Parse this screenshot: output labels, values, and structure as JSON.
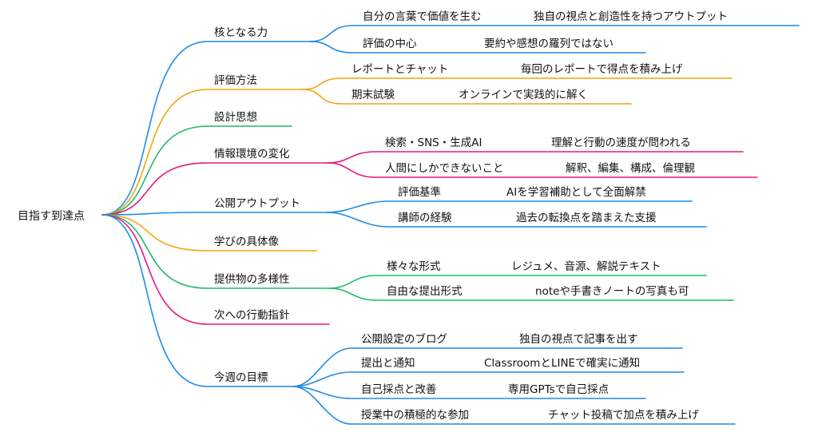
{
  "root": {
    "label": "目指す到達点"
  },
  "colors": {
    "blue": "#1f8ce6",
    "orange": "#f2a60d",
    "green": "#1fb86b",
    "pink": "#e8197d"
  },
  "branches": [
    {
      "label": "核となる力",
      "color": "blue",
      "children": [
        {
          "label": "自分の言葉で価値を生む",
          "detail": "独自の視点と創造性を持つアウトプット"
        },
        {
          "label": "評価の中心",
          "detail": "要約や感想の羅列ではない"
        }
      ]
    },
    {
      "label": "評価方法",
      "color": "orange",
      "children": [
        {
          "label": "レポートとチャット",
          "detail": "毎回のレポートで得点を積み上げ"
        },
        {
          "label": "期末試験",
          "detail": "オンラインで実践的に解く"
        }
      ]
    },
    {
      "label": "設計思想",
      "color": "green",
      "children": []
    },
    {
      "label": "情報環境の変化",
      "color": "pink",
      "children": [
        {
          "label": "検索・SNS・生成AI",
          "detail": "理解と行動の速度が問われる"
        },
        {
          "label": "人間にしかできないこと",
          "detail": "解釈、編集、構成、倫理観"
        }
      ]
    },
    {
      "label": "公開アウトプット",
      "color": "blue",
      "children": [
        {
          "label": "評価基準",
          "detail": "AIを学習補助として全面解禁"
        },
        {
          "label": "講師の経験",
          "detail": "過去の転換点を踏まえた支援"
        }
      ]
    },
    {
      "label": "学びの具体像",
      "color": "orange",
      "children": []
    },
    {
      "label": "提供物の多様性",
      "color": "green",
      "children": [
        {
          "label": "様々な形式",
          "detail": "レジュメ、音源、解説テキスト"
        },
        {
          "label": "自由な提出形式",
          "detail": "noteや手書きノートの写真も可"
        }
      ]
    },
    {
      "label": "次への行動指針",
      "color": "pink",
      "children": []
    },
    {
      "label": "今週の目標",
      "color": "blue",
      "children": [
        {
          "label": "公開設定のブログ",
          "detail": "独自の視点で記事を出す"
        },
        {
          "label": "提出と通知",
          "detail": "ClassroomとLINEで確実に通知"
        },
        {
          "label": "自己採点と改善",
          "detail": "専用GPTsで自己採点"
        },
        {
          "label": "授業中の積極的な参加",
          "detail": "チャット投稿で加点を積み上げ"
        }
      ]
    }
  ]
}
